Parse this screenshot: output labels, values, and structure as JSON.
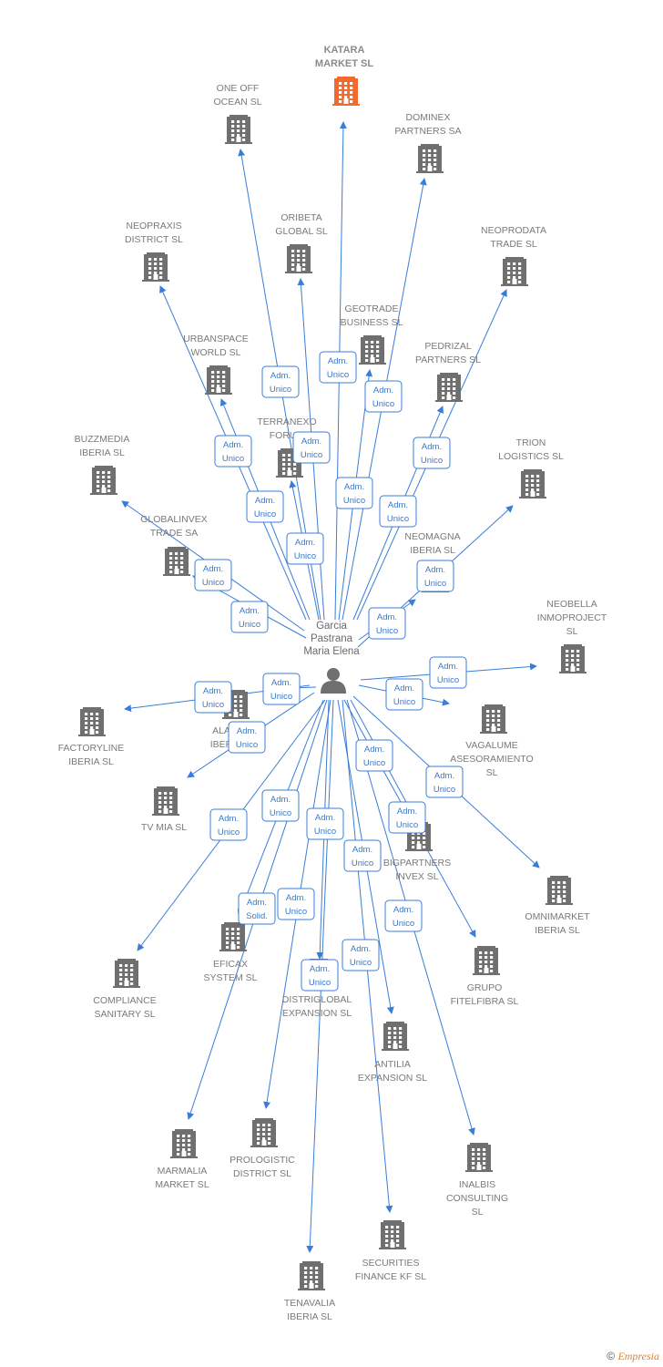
{
  "person": {
    "name_lines": [
      "Garcia",
      "Pastrana",
      "Maria Elena"
    ]
  },
  "colors": {
    "edge": "#3a7dd8",
    "company_icon": "#6f6f6f",
    "main_company_icon": "#f26a2e",
    "person_icon": "#6f6f6f"
  },
  "companies": [
    {
      "id": "katara",
      "lines": [
        "KATARA",
        "MARKET  SL"
      ],
      "main": true,
      "role": [
        "Adm.",
        "Unico"
      ]
    },
    {
      "id": "oneoff",
      "lines": [
        "ONE OFF",
        "OCEAN  SL"
      ],
      "role": [
        "Adm.",
        "Unico"
      ]
    },
    {
      "id": "dominex",
      "lines": [
        "DOMINEX",
        "PARTNERS SA"
      ],
      "role": [
        "Adm.",
        "Unico"
      ]
    },
    {
      "id": "neopraxis",
      "lines": [
        "NEOPRAXIS",
        "DISTRICT  SL"
      ],
      "role": [
        "Adm.",
        "Unico"
      ]
    },
    {
      "id": "oribeta",
      "lines": [
        "ORIBETA",
        "GLOBAL  SL"
      ],
      "role": [
        "Adm.",
        "Unico"
      ]
    },
    {
      "id": "neoprodata",
      "lines": [
        "NEOPRODATA",
        "TRADE  SL"
      ],
      "role": [
        "Adm.",
        "Unico"
      ]
    },
    {
      "id": "geotrade",
      "lines": [
        "GEOTRADE",
        "BUSINESS  SL"
      ],
      "role": [
        "Adm.",
        "Unico"
      ]
    },
    {
      "id": "urbanspace",
      "lines": [
        "URBANSPACE",
        "WORLD  SL"
      ],
      "role": [
        "Adm.",
        "Unico"
      ]
    },
    {
      "id": "pedrizal",
      "lines": [
        "PEDRIZAL",
        "PARTNERS  SL"
      ],
      "role": [
        "Adm.",
        "Unico"
      ]
    },
    {
      "id": "terranexo",
      "lines": [
        "TERRANEXO",
        "FORUM"
      ],
      "role": [
        "Adm.",
        "Unico"
      ]
    },
    {
      "id": "buzzmedia",
      "lines": [
        "BUZZMEDIA",
        "IBERIA  SL"
      ],
      "role": [
        "Adm.",
        "Unico"
      ]
    },
    {
      "id": "trion",
      "lines": [
        "TRION",
        "LOGISTICS  SL"
      ],
      "role": [
        "Adm.",
        "Unico"
      ]
    },
    {
      "id": "globalinvex",
      "lines": [
        "GLOBALINVEX",
        "TRADE SA"
      ],
      "role": [
        "Adm.",
        "Unico"
      ]
    },
    {
      "id": "neomagna",
      "lines": [
        "NEOMAGNA",
        "IBERIA  SL"
      ],
      "role": [
        "Adm.",
        "Unico"
      ]
    },
    {
      "id": "neobella",
      "lines": [
        "NEOBELLA",
        "INMOPROJECT",
        "SL"
      ],
      "role": [
        "Adm.",
        "Unico"
      ]
    },
    {
      "id": "alai",
      "lines": [
        "ALA",
        "IBER"
      ],
      "role": [
        "Adm.",
        "Unico"
      ]
    },
    {
      "id": "factoryline",
      "lines": [
        "FACTORYLINE",
        "IBERIA  SL"
      ],
      "role": [
        "Adm.",
        "Unico"
      ]
    },
    {
      "id": "vagalume",
      "lines": [
        "VAGALUME",
        "ASESORAMIENTO",
        "SL"
      ],
      "role": [
        "Adm.",
        "Unico"
      ]
    },
    {
      "id": "tvmia",
      "lines": [
        "TV MIA  SL"
      ],
      "role": [
        "Adm.",
        "Unico"
      ]
    },
    {
      "id": "bigpartners",
      "lines": [
        "BIGPARTNERS",
        "INVEX  SL"
      ],
      "role": [
        "Adm.",
        "Unico"
      ]
    },
    {
      "id": "omnimarket",
      "lines": [
        "OMNIMARKET",
        "IBERIA  SL"
      ],
      "role": [
        "Adm.",
        "Unico"
      ]
    },
    {
      "id": "eficax",
      "lines": [
        "EFICAX",
        "SYSTEM SL"
      ],
      "role": [
        "Adm.",
        "Solid."
      ]
    },
    {
      "id": "compliance",
      "lines": [
        "COMPLIANCE",
        "SANITARY  SL"
      ],
      "role": [
        "Adm.",
        "Unico"
      ]
    },
    {
      "id": "distriglobal",
      "lines": [
        "DISTRIGLOBAL",
        "EXPANSION  SL"
      ],
      "role": [
        "Adm.",
        "Unico"
      ]
    },
    {
      "id": "grupo",
      "lines": [
        "GRUPO",
        "FITELFIBRA  SL"
      ],
      "role": [
        "Adm.",
        "Unico"
      ]
    },
    {
      "id": "antilia",
      "lines": [
        "ANTILIA",
        "EXPANSION  SL"
      ],
      "role": [
        "Adm.",
        "Unico"
      ]
    },
    {
      "id": "marmalia",
      "lines": [
        "MARMALIA",
        "MARKET  SL"
      ],
      "role": [
        "Adm.",
        "Unico"
      ]
    },
    {
      "id": "prologistic",
      "lines": [
        "PROLOGISTIC",
        "DISTRICT  SL"
      ],
      "role": [
        "Adm.",
        "Unico"
      ]
    },
    {
      "id": "inalbis",
      "lines": [
        "INALBIS",
        "CONSULTING",
        "SL"
      ],
      "role": [
        "Adm.",
        "Unico"
      ]
    },
    {
      "id": "securities",
      "lines": [
        "SECURITIES",
        "FINANCE KF  SL"
      ],
      "role": [
        "Adm.",
        "Unico"
      ]
    },
    {
      "id": "tenavalia",
      "lines": [
        "TENAVALIA",
        "IBERIA  SL"
      ],
      "role": [
        "Adm.",
        "Unico"
      ]
    }
  ],
  "footer": {
    "copyright": "©",
    "brand": "Empresia"
  }
}
